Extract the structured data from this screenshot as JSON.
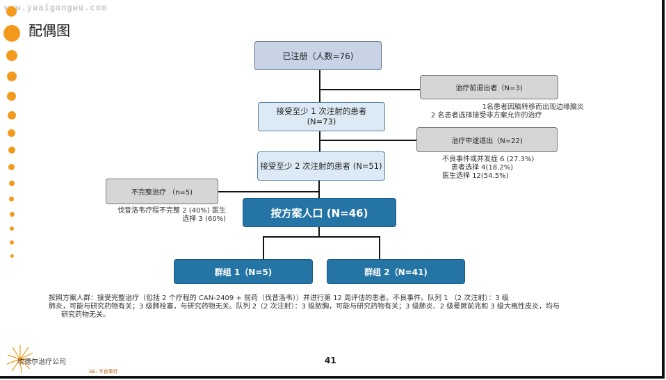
{
  "watermark": "www.yuaigongwu.com",
  "title": "配偶图",
  "flow": {
    "registered": "已注册（人数=76)",
    "dose1_line1": "接受至少 1 次注射的患者",
    "dose1_line2": "(N=73)",
    "dose2": "接受至少 2 次注射的患者 (N=51)",
    "per_protocol": "按方案人口 (N=46)",
    "group1": "群组 1（N=5)",
    "group2": "群组 2（N=41)",
    "withdraw_pre": "治疗前退出者（N=3)",
    "withdraw_pre_note1": "1名患者因脑转移而出现边缘脑炎",
    "withdraw_pre_note2": "2 名患者选择接受非方案允许的治疗",
    "withdraw_mid": "治疗中途退出（N=22)",
    "withdraw_mid_note1": "不良事件或并发症 6 (27.3%)",
    "withdraw_mid_note2": "患者选择 4(18.2%)",
    "withdraw_mid_note3": "医生选择 12(54.5%)",
    "incomplete": "不完整治疗 （n=5)",
    "incomplete_note1": "伐昔洛韦疗程不完整 2 (40%) 医生",
    "incomplete_note2": "选择 3 (60%)"
  },
  "footnote_line1": "按照方案人群：接受完整治疗（包括 2 个疗程的 CAN-2409 + 前药（伐昔洛韦））并进行第 12 周评估的患者。不良事件。队列 1 （2 次注射）：3 级",
  "footnote_line2": "肺炎，可能与研究药物有关；3 级肺栓塞，与研究药物无关。队列 2（2 次注射）：3 级脓胸，可能与研究药物有关；3 级肺炎、2 级晕厥前兆和 3 级大疱性皮炎，均与",
  "footnote_line3": "研究药物无关。",
  "page_number": "41",
  "company": "坎德尔治疗公司",
  "ae_label": "AE: 不良事件",
  "colors": {
    "accent": "#f39a1d",
    "box_blue": "#2474a6",
    "box_light": "#dceaf5",
    "box_gray": "#d6d6d6"
  }
}
